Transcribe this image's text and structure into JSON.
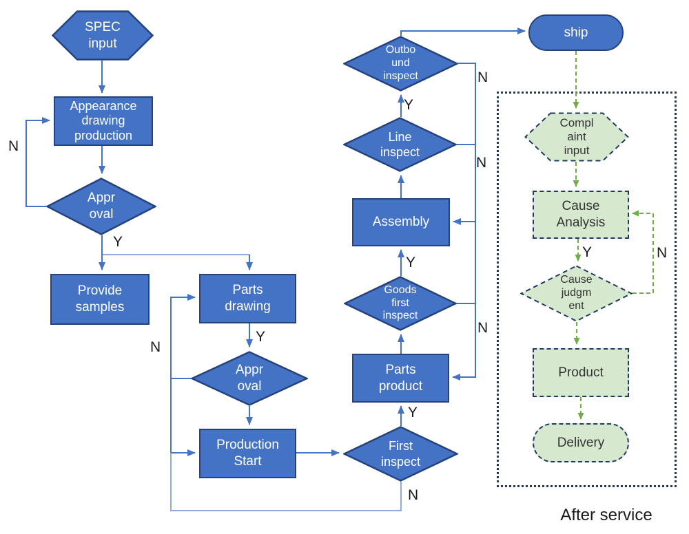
{
  "colors": {
    "node_blue_fill": "#4472C4",
    "node_blue_border": "#24427C",
    "node_green_fill": "#D6E8CE",
    "node_green_border": "#1F3864",
    "arrow_blue": "#4472C4",
    "arrow_blue_light": "#8FAADC",
    "arrow_green": "#70AD47",
    "label_dark": "#1A1A1A",
    "node_text_light": "#FFFFFF",
    "node_text_dark": "#333333"
  },
  "nodes": {
    "spec_input": "SPEC\ninput",
    "appearance": "Appearance\ndrawing\nproduction",
    "approval_1": "Appr\noval",
    "provide_samples": "Provide\nsamples",
    "parts_drawing": "Parts\ndrawing",
    "approval_2": "Appr\noval",
    "production_start": "Production\nStart",
    "first_inspect": "First\ninspect",
    "parts_product": "Parts\nproduct",
    "goods_first_inspect": "Goods\nfirst\ninspect",
    "assembly": "Assembly",
    "line_inspect": "Line\ninspect",
    "outbound_inspect": "Outbo\nund\ninspect",
    "ship": "ship",
    "complaint_input": "Compl\naint\ninput",
    "cause_analysis": "Cause\nAnalysis",
    "cause_judgment": "Cause\njudgm\nent",
    "product": "Product",
    "delivery": "Delivery"
  },
  "labels": {
    "after_service": "After service",
    "yes": "Y",
    "no": "N"
  }
}
